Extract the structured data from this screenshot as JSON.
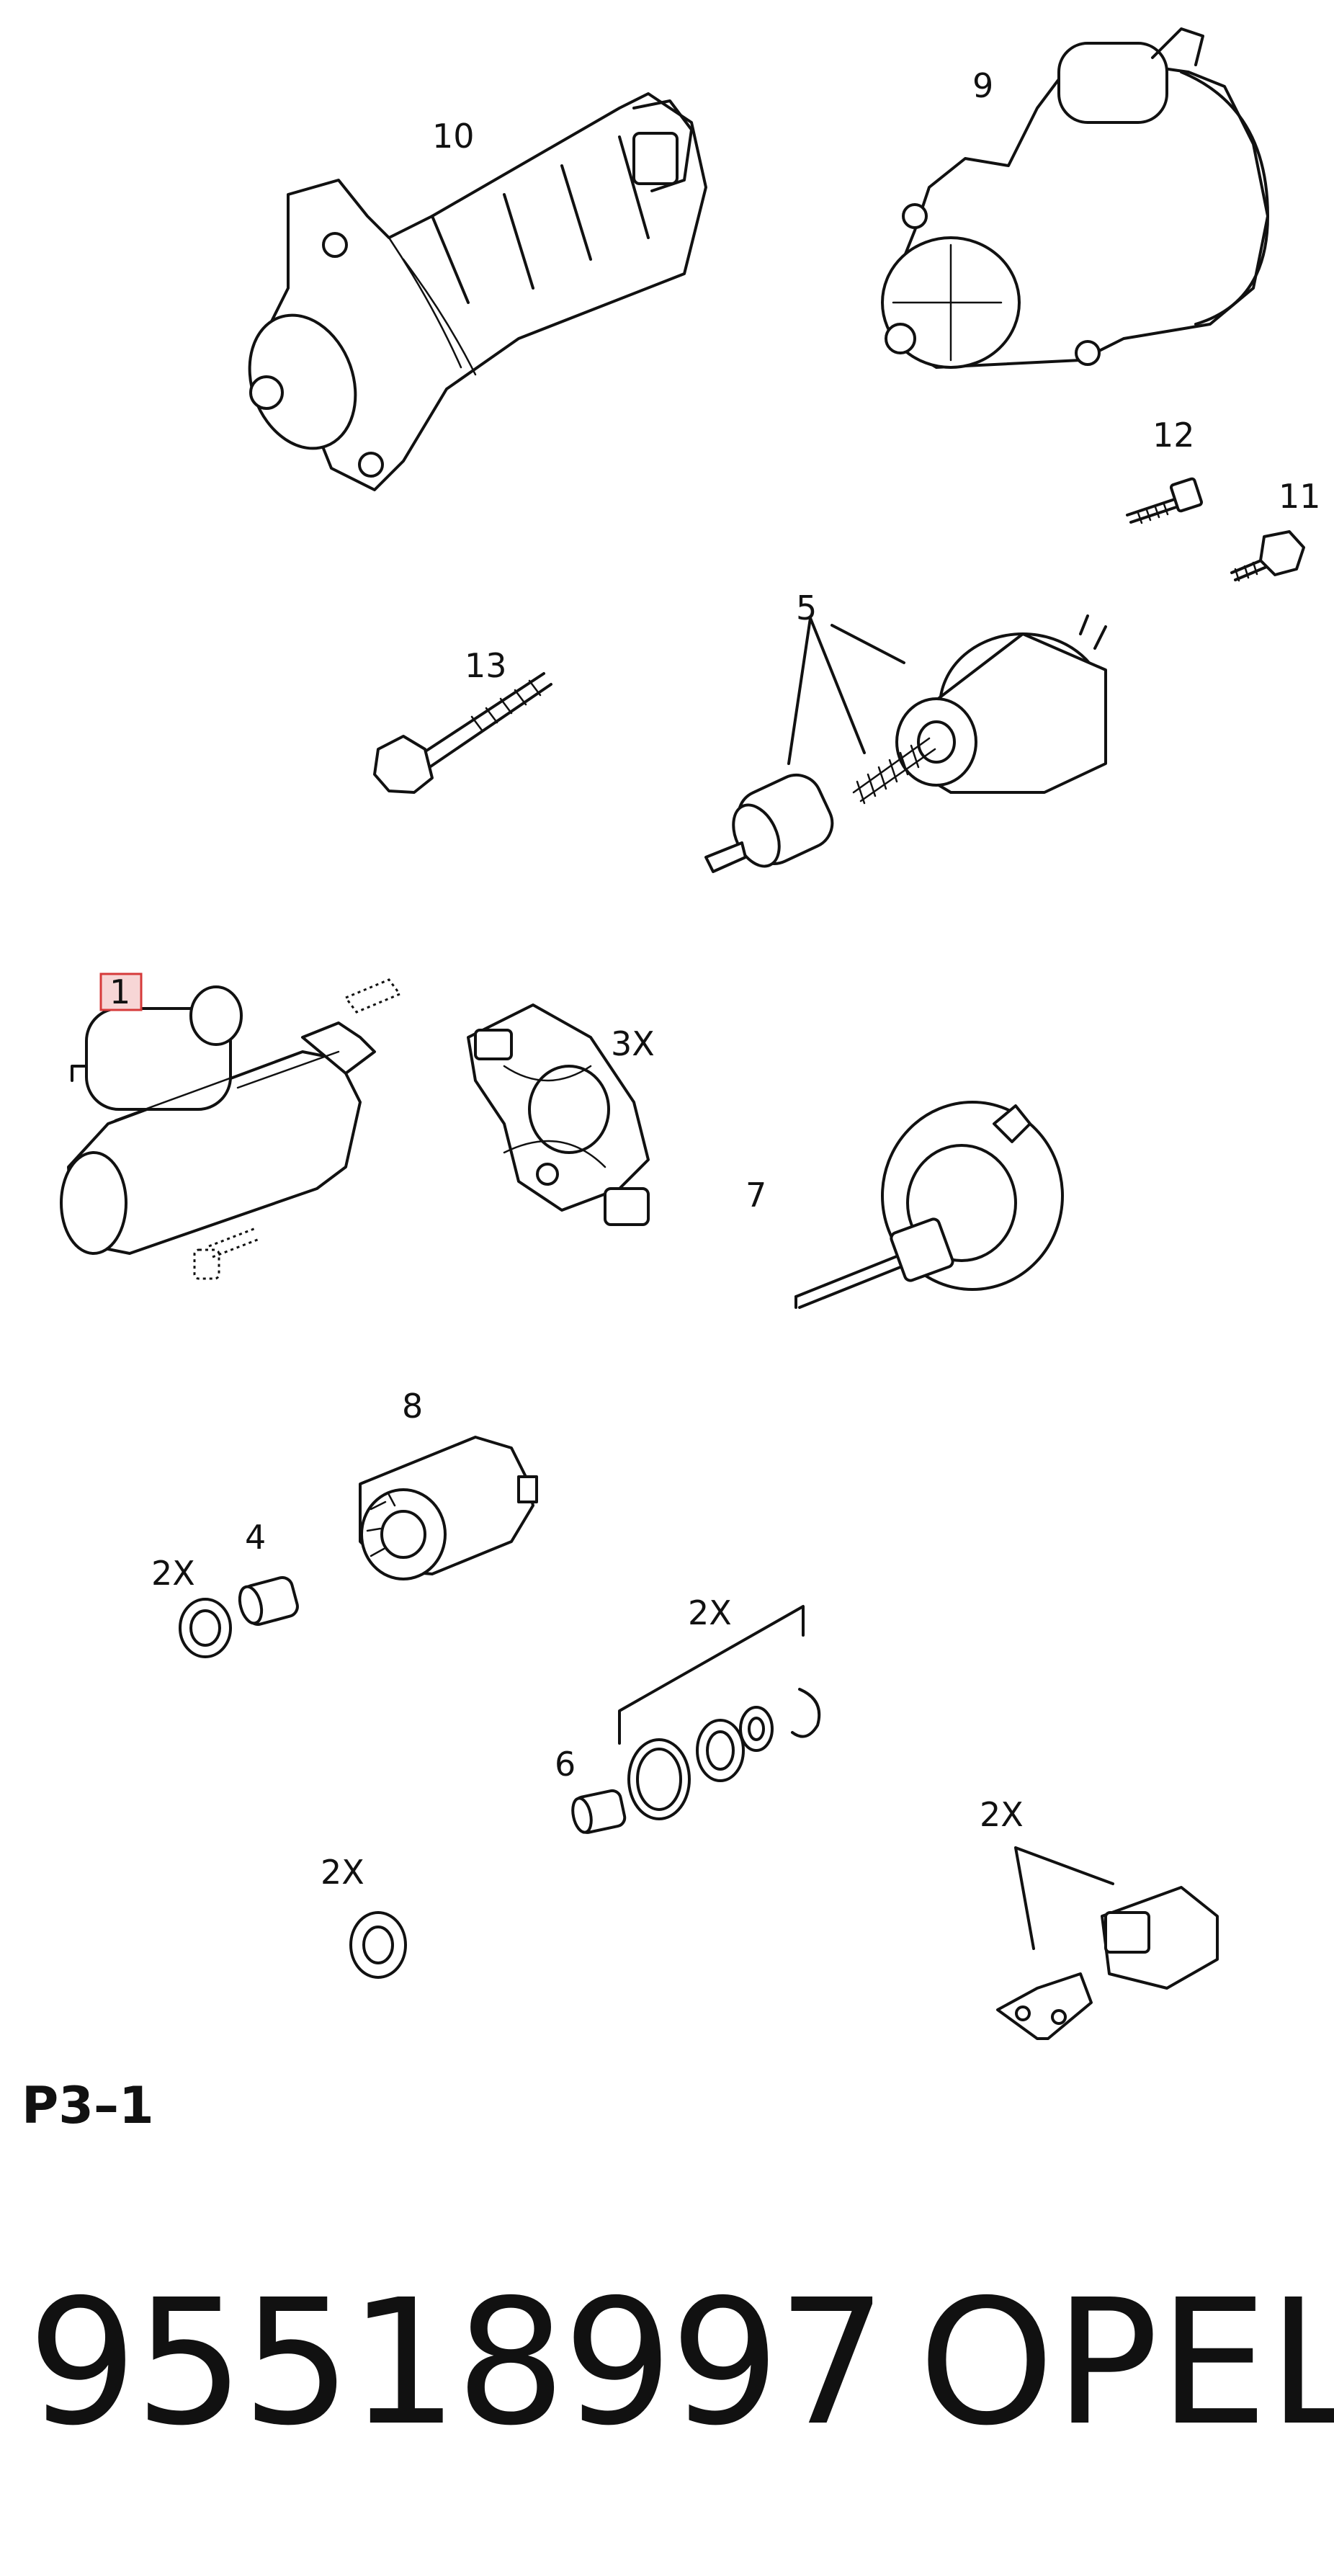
{
  "callouts": {
    "c10": "10",
    "c9": "9",
    "c12": "12",
    "c11": "11",
    "c13": "13",
    "c5": "5",
    "c1": "1",
    "c3x": "3X",
    "c7": "7",
    "c8": "8",
    "c4": "4",
    "c2x_bush": "2X",
    "c2x_washers": "2X",
    "c6": "6",
    "c2x_ring": "2X",
    "c2x_terminal": "2X"
  },
  "page_code": "P3–1",
  "part_number": "95518997",
  "brand": "OPEL",
  "colors": {
    "highlight_border": "#d63a3a",
    "highlight_fill": "#f7d6d6",
    "ink": "#111111"
  }
}
